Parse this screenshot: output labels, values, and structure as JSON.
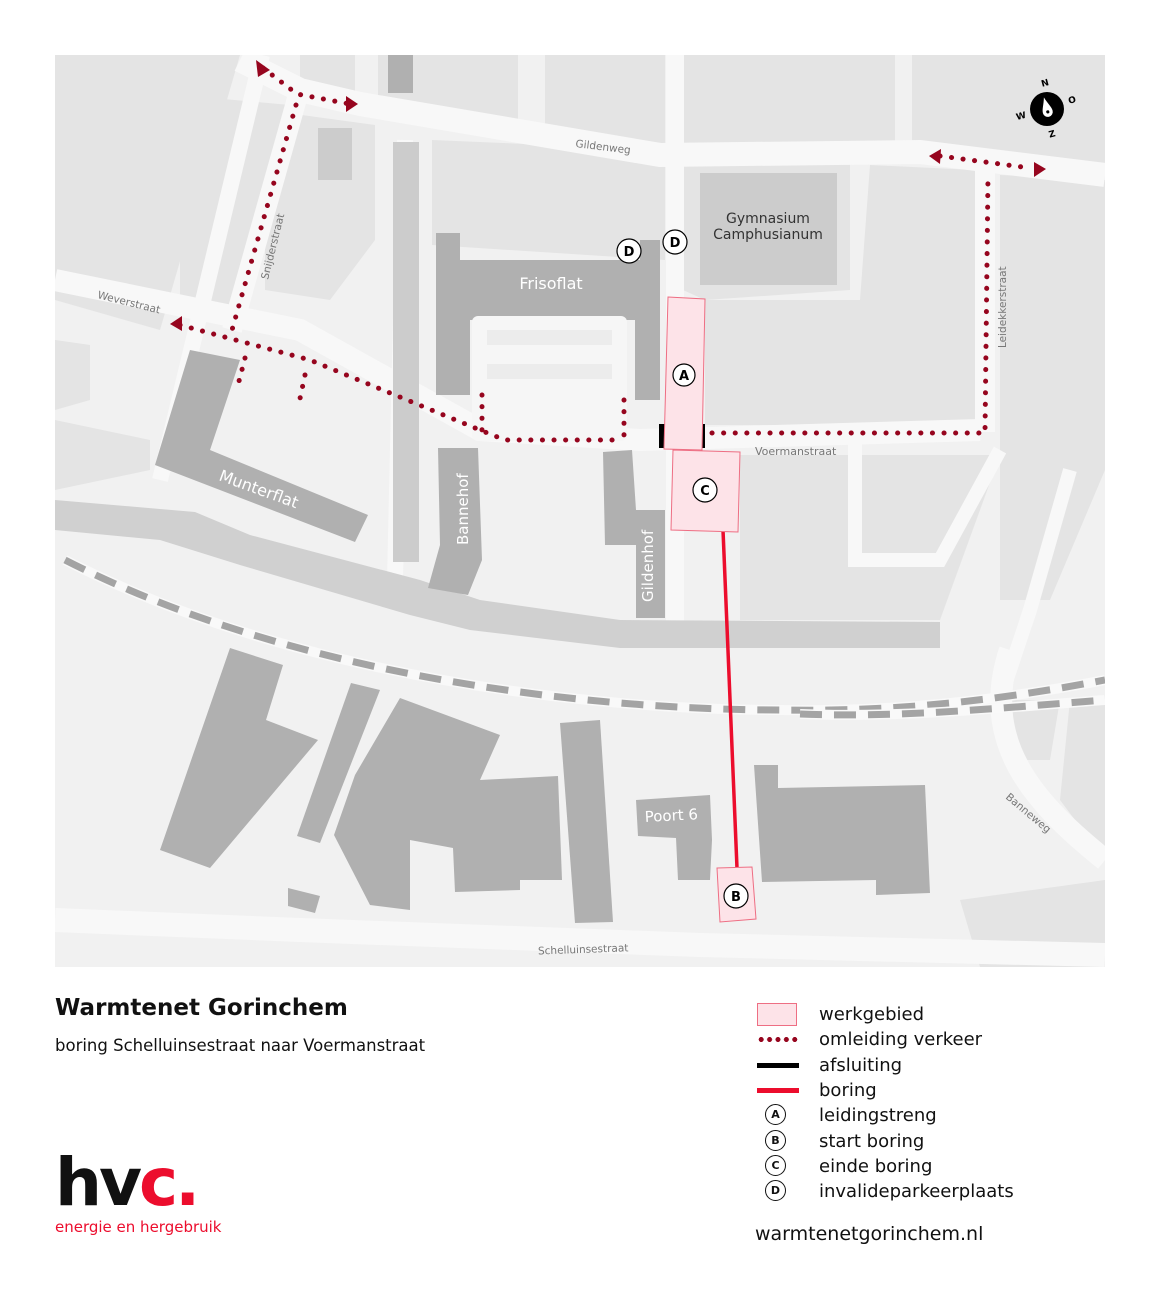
{
  "title": "Warmtenet Gorinchem",
  "subtitle": "boring Schelluinsestraat naar Voermanstraat",
  "website": "warmtenetgorinchem.nl",
  "colors": {
    "map_background": "#f1f1f1",
    "block": "#e4e4e4",
    "building": "#b0b0b0",
    "building_light": "#cccccc",
    "road": "#f7f7f7",
    "work_area_fill": "#fde3e8",
    "work_area_stroke": "#ee6e83",
    "detour": "#96051e",
    "closure": "#000000",
    "drilling": "#ec0d2d",
    "brand_red": "#ec0d2d"
  },
  "logo": {
    "word_black": "hv",
    "word_red": "c.",
    "tagline": "energie en hergebruik"
  },
  "compass": {
    "icon": "compass-icon",
    "n": "N",
    "o": "O",
    "z": "Z",
    "w": "W"
  },
  "legend": [
    {
      "symbol": "work-area-box",
      "label": "werkgebied"
    },
    {
      "symbol": "dotted-line",
      "label": "omleiding verkeer"
    },
    {
      "symbol": "black-line",
      "label": "afsluiting"
    },
    {
      "symbol": "red-line",
      "label": "boring"
    },
    {
      "symbol": "circle",
      "letter": "A",
      "label": "leidingstreng"
    },
    {
      "symbol": "circle",
      "letter": "B",
      "label": "start boring"
    },
    {
      "symbol": "circle",
      "letter": "C",
      "label": "einde boring"
    },
    {
      "symbol": "circle",
      "letter": "D",
      "label": "invalideparkeerplaats"
    }
  ],
  "map": {
    "streets": {
      "gildenweg": "Gildenweg",
      "snijderstraat": "Snijderstraat",
      "weverstraat": "Weverstraat",
      "leidekkerstraat": "Leidekkerstraat",
      "voermanstraat": "Voermanstraat",
      "banneweg": "Banneweg",
      "schelluinsestraat": "Schelluinsestraat"
    },
    "buildings": {
      "gymnasium_line1": "Gymnasium",
      "gymnasium_line2": "Camphusianum",
      "frisoflat": "Frisoflat",
      "munterflat": "Munterflat",
      "bannehof": "Bannehof",
      "gildenhof": "Gildenhof",
      "poort6": "Poort 6"
    },
    "markers": {
      "a": "A",
      "b": "B",
      "c": "C",
      "d1": "D",
      "d2": "D"
    }
  }
}
